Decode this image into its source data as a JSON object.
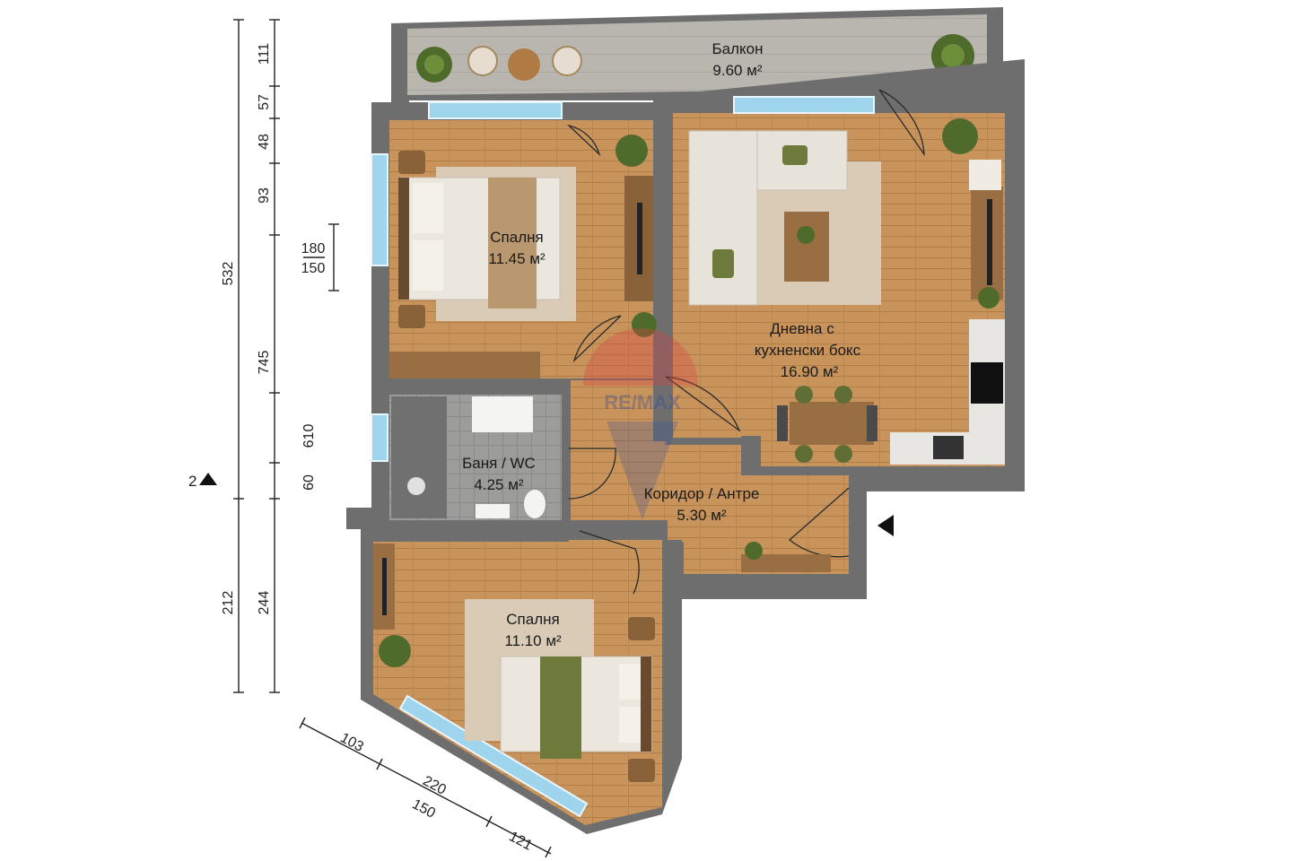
{
  "rooms": {
    "balcony": {
      "name": "Балкон",
      "area": "9.60 м²"
    },
    "bedroom1": {
      "name": "Спалня",
      "area": "11.45 м²"
    },
    "living": {
      "name_line1": "Дневна с",
      "name_line2": "кухненски бокс",
      "area": "16.90 м²"
    },
    "bathroom": {
      "name": "Баня / WC",
      "area": "4.25 м²"
    },
    "corridor": {
      "name": "Коридор / Антре",
      "area": "5.30 м²"
    },
    "bedroom2": {
      "name": "Спалня",
      "area": "11.10 м²"
    }
  },
  "dimensions": {
    "left_outer": [
      "532",
      "212"
    ],
    "left_inner": [
      "111",
      "57",
      "48",
      "93",
      "745",
      "610",
      "60",
      "244"
    ],
    "window_height": {
      "top": "180",
      "bottom": "150"
    },
    "diagonal": [
      "103",
      "220",
      "150",
      "121"
    ]
  },
  "markers": {
    "section_label": "2",
    "entrance_arrow": "arrow-left-icon"
  },
  "watermark": "RE/MAX",
  "colors": {
    "wall": "#6e6e6e",
    "floor": "#c8935a",
    "window": "#9fd5ec",
    "plant": "#4f6b2c"
  }
}
